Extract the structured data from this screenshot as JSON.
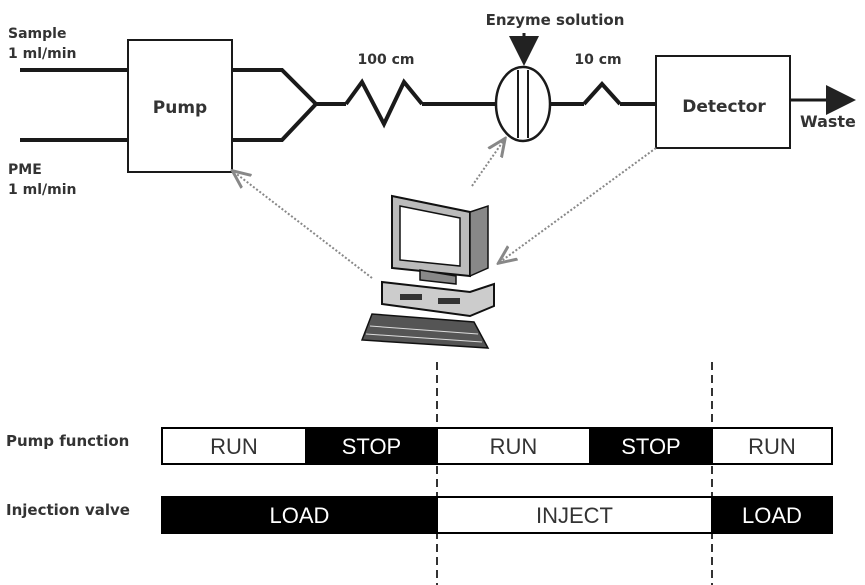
{
  "inputs": {
    "sample": {
      "name": "Sample",
      "flow": "1 ml/min"
    },
    "pme": {
      "name": "PME",
      "flow": "1 ml/min"
    }
  },
  "components": {
    "pump": "Pump",
    "detector": "Detector",
    "waste": "Waste",
    "enzyme": "Enzyme solution",
    "coil1": "100 cm",
    "coil2": "10 cm"
  },
  "timeline": {
    "rows": [
      {
        "label": "Pump function",
        "segments": [
          {
            "text": "RUN",
            "state": "on"
          },
          {
            "text": "STOP",
            "state": "off"
          },
          {
            "text": "RUN",
            "state": "on"
          },
          {
            "text": "STOP",
            "state": "off"
          },
          {
            "text": "RUN",
            "state": "on"
          }
        ]
      },
      {
        "label": "Injection valve",
        "segments": [
          {
            "text": "LOAD",
            "state": "off"
          },
          {
            "text": "INJECT",
            "state": "on"
          },
          {
            "text": "LOAD",
            "state": "off"
          }
        ]
      }
    ]
  },
  "colors": {
    "line": "#1a1a1a",
    "dark": "#000000",
    "light": "#ffffff",
    "arrow": "#888888"
  }
}
